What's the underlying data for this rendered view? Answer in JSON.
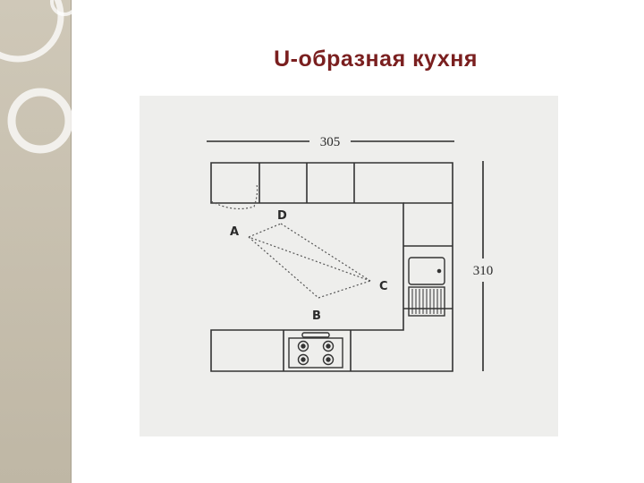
{
  "slide": {
    "title": "U-образная  кухня",
    "accent_color": "#7a1f1f",
    "strip_color": "#c9c2b2"
  },
  "plan": {
    "width_dimension": "305",
    "height_dimension": "310",
    "points": [
      "A",
      "B",
      "C",
      "D"
    ],
    "appliances": [
      "sink-icon",
      "stove-icon"
    ]
  }
}
